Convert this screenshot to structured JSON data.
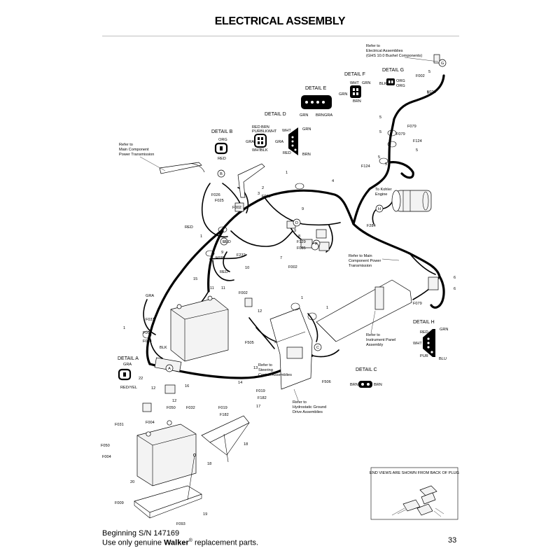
{
  "title": "ELECTRICAL ASSEMBLY",
  "footer": {
    "line1": "Beginning S/N 147169",
    "line2_pre": "Use only genuine ",
    "line2_brand": "Walker",
    "line2_reg": "®",
    "line2_post": " replacement parts.",
    "page_number": "33"
  },
  "details": {
    "a": "DETAIL A",
    "b": "DETAIL B",
    "c": "DETAIL C",
    "d": "DETAIL D",
    "e": "DETAIL E",
    "f": "DETAIL F",
    "g": "DETAIL G",
    "h": "DETAIL H"
  },
  "callouts": {
    "ref_elec": [
      "Refer to",
      "Electrical Assemblies",
      "(GHS 10.0 Bushel Components)"
    ],
    "ref_main_top": [
      "Refer to",
      "Main Component",
      "Power Transmission"
    ],
    "kohler": [
      "To Kohler",
      "Engine"
    ],
    "ref_main_mid": [
      "Refer to Main",
      "Component Power",
      "Transmission"
    ],
    "ref_instrument": [
      "Refer to",
      "Instrument Panel",
      "Assembly"
    ],
    "ref_steering": [
      "Refer to",
      "Steering",
      "Control Assemblies"
    ],
    "ref_hydro": [
      "Refer to",
      "Hydrostatic Ground",
      "Drive Assemblies"
    ],
    "end_views": "END VIEWS ARE SHOWN FROM BACK OF PLUG"
  },
  "wire_colors": {
    "orange": "ORG",
    "red": "RED",
    "red_yellow": "RED/YEL",
    "gray": "GRA",
    "black": "BLK",
    "white": "WHT",
    "green": "GRN",
    "brown": "BRN",
    "purple": "PUR",
    "blue": "BLU",
    "brown_white": "BLKWHT"
  },
  "parts": {
    "f002": "F002",
    "f004": "F004",
    "f009": "F009",
    "f019": "F019",
    "f025": "F025",
    "f026": "F026",
    "f031": "F031",
    "f032": "F032",
    "f050": "F050",
    "f061": "F061",
    "f079": "F079",
    "f085": "F085",
    "f093": "F093",
    "f124": "F124",
    "f129": "F129",
    "f182": "F182",
    "f232": "F232",
    "f284": "F284",
    "f505": "F505",
    "f506": "F506"
  },
  "numbers": {
    "n1": "1",
    "n2": "2",
    "n3": "3",
    "n4": "4",
    "n5": "5",
    "n6": "6",
    "n7": "7",
    "n8": "8",
    "n9": "9",
    "n10": "10",
    "n11": "11",
    "n12": "12",
    "n13": "13",
    "n14": "14",
    "n15": "15",
    "n16": "16",
    "n17": "17",
    "n18": "18",
    "n19": "19",
    "n20": "20",
    "n22": "22"
  },
  "connector_letters": {
    "a": "A",
    "b": "B",
    "c": "C",
    "d": "D",
    "e": "E",
    "f": "F",
    "g": "G",
    "h": "H"
  }
}
